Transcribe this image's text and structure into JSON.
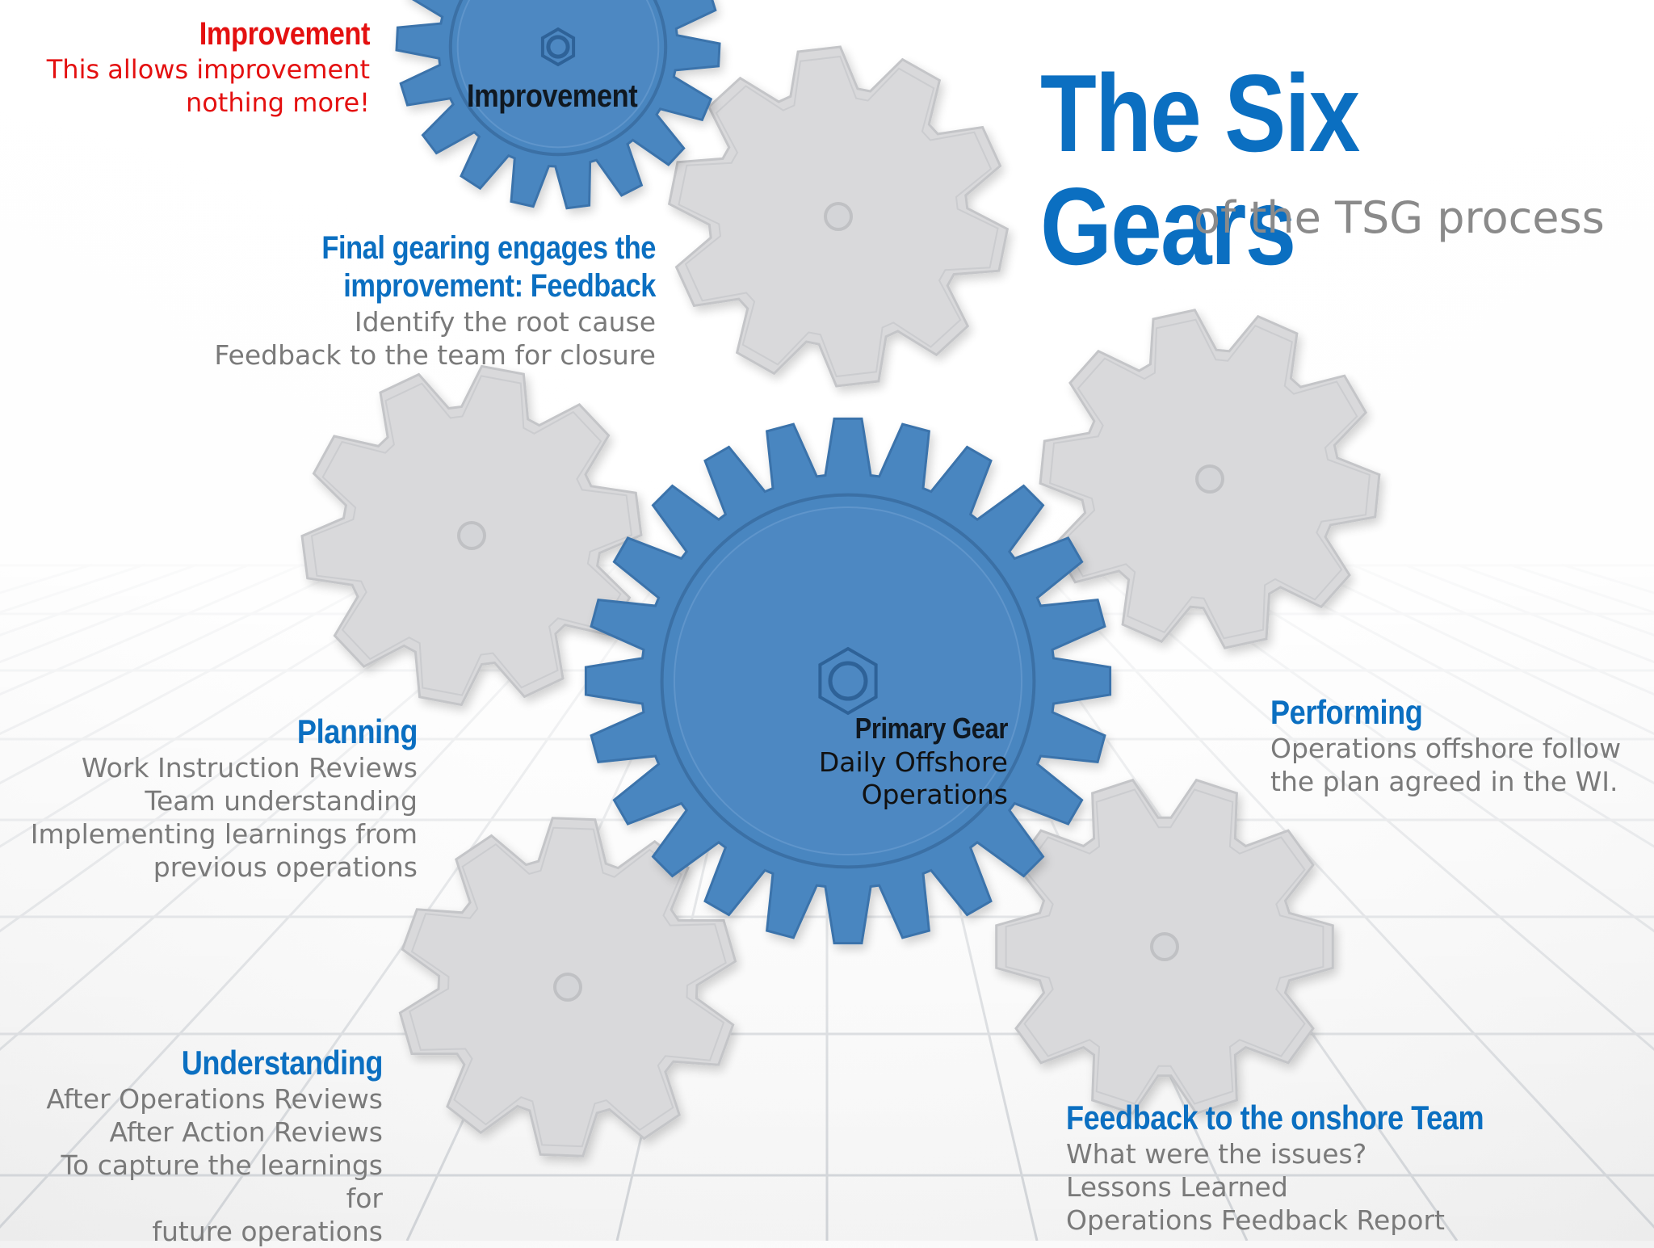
{
  "title": "The Six Gears",
  "subtitle": "of the TSG process",
  "colors": {
    "accent_blue": "#0b6fc1",
    "gear_blue": "#4a86c0",
    "gear_grey": "#d9d9db",
    "alert_red": "#e41010",
    "body_grey": "#7a7a7a"
  },
  "improvement_note": {
    "heading": "Improvement",
    "lines": [
      "This allows improvement",
      "nothing more!"
    ]
  },
  "top_gear": {
    "label": "Improvement"
  },
  "feedback_block": {
    "heading_lines": [
      "Final gearing  engages the",
      "improvement: Feedback"
    ],
    "lines": [
      "Identify the root cause",
      "Feedback to the team for closure"
    ]
  },
  "primary_gear": {
    "heading": "Primary Gear",
    "label": "Daily Offshore Operations"
  },
  "planning": {
    "heading": "Planning",
    "lines": [
      "Work Instruction Reviews",
      "Team understanding",
      "Implementing learnings from",
      "previous operations"
    ]
  },
  "performing": {
    "heading": "Performing",
    "lines": [
      "Operations offshore follow",
      "the plan agreed in the WI."
    ]
  },
  "understanding": {
    "heading": "Understanding",
    "lines": [
      "After Operations Reviews",
      "After Action Reviews",
      "To capture the learnings for",
      "future operations"
    ]
  },
  "feedback_onshore": {
    "heading": "Feedback to the onshore Team",
    "lines": [
      "What were the issues?",
      "Lessons Learned",
      "Operations Feedback Report"
    ]
  }
}
